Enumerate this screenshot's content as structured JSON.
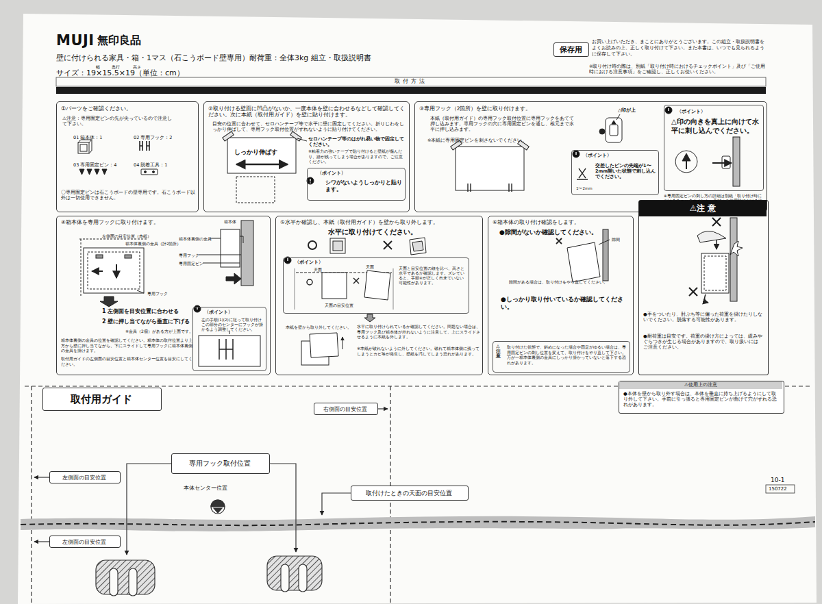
{
  "diagram": {
    "nodes": [
      {
        "text": [
          "保存用"
        ]
      },
      {
        "text": [
          "①パーツをご確認ください。",
          "⚠注意：専用固定ピンの先が尖っているので注意して下さい。",
          "01 箱本体：1",
          "02 専用フック：2",
          "03 専用固定ピン：4",
          "04 脱着工具：1",
          "〇専用固定ピンは石こうボードの壁専用です。石こうボード以外は一切使用できません。"
        ]
      },
      {
        "text": [
          "②取り付ける壁面に凹凸がないか、一度本体を壁に合わせるなどして確認してください。次に本紙（取付用ガイド）を壁に貼り付けます。",
          "目安の位置に合わせて、セロハンテープ等で水平に壁に固定してください。折りじわをしっかり伸ばして、専用フック取付位置がずれないように貼り付けてください。",
          "しっかり伸ばす",
          "セロハンテープ等のはがれ易い物で固定してください。",
          "※粘着力の強いテープで貼り付けると壁紙が傷んだり、跡が残ってしまう場合がありますので、ご注意ください。"
        ]
      },
      {
        "text": [
          "〈ポイント〉",
          "シワがないようしっかりと貼ります。"
        ],
        "in": 2
      },
      {
        "text": [
          "③専用フック（2箇所）を壁に取り付けます。",
          "本紙（取付用ガイド）の専用フック取付位置に専用フックをあてて押し込みます。専用フックの穴に専用固定ピンを通し、根元まで水平に押し込みます。",
          "※本紙に専用固定ピンを刺さないでください。",
          "△印が上",
          "※専用固定ピンの刺し方の詳細は別紙「取り付け時におけるチェックポイント」及び「ご使用時における注意事項」をご覧ください。"
        ]
      },
      {
        "text": [
          "〈ポイント〉",
          "交差したピンの先端が1〜2mm開いた状態で刺し込んでください。",
          "1〜2mm"
        ],
        "in": 4
      },
      {
        "text": [
          "〈ポイント〉",
          "△印の向きを真上に向けて水平に刺し込んでください。"
        ],
        "in": 4
      },
      {
        "text": [
          "④箱本体を専用フックに取り付けます。",
          "左側面の目安位置（本紙）",
          "箱本体裏側の金具（計2箇所）",
          "専用フック",
          "箱本体",
          "箱本体裏側の金具",
          "専用フック",
          "専用固定ピン",
          "1 左側面を目安位置に合わせる",
          "2 壁に押し当てながら垂直に下げる",
          "※金具（2個）がある方が上面です。",
          "箱本体裏側の金具の位置を確認してください。箱本体の取付位置より上方から壁に押し当てながら、下にスライドして専用フックに箱本体裏側の金具を掛けます。",
          "取付用ガイドの左側面の目安位置と箱本体センター位置を目安にしてください。"
        ]
      },
      {
        "text": [
          "〈ポイント〉",
          "左の手順(1)(2)に従って取り付けこの部分のセンターにフックが掛かるよう調整してください。"
        ],
        "in": 7
      },
      {
        "text": [
          "⑤水平か確認し、本紙（取付用ガイド）を壁から取り外します。",
          "水平に取り付けてください。",
          "本紙を壁から取り外してください。",
          "水平に取り付けられているか確認してください。問題ない場合は、専用フック及び箱本体が外れないように注意して、上にスライドさせるように本紙を外します。",
          "※本紙が破れないように外してください。破れて箱本体側に残ってしまうとカビ等が発生し、壁紙を汚してしまう恐れがあります。"
        ]
      },
      {
        "text": [
          "〈ポイント〉",
          "天面",
          "天面",
          "天面の目安位置",
          "天面と目安位置の線を比べ、高さと水平であるか確認します。ズレていると、手順④が正しく出来ていない可能性があります。"
        ],
        "in": 9
      },
      {
        "text": [
          "⑥箱本体の取り付け確認をします。",
          "●隙間がないか確認してください。",
          "隙間",
          "隙間がある場合は、取り付けをやり直してください。",
          "●しっかり取り付いているか確認してください。"
        ]
      },
      {
        "text": [
          "⚠注意",
          "取り付けた状態で、斜めになった場合や固定がゆるい場合は、専用固定ピンの刺し位置を変えて、取り付けをやり直して下さい。万が一箱本体裏側の金具にしっかり掛かっていないと落下する恐れがあります。"
        ],
        "in": 11
      },
      {
        "text": [
          "⚠注 意",
          "●手をついたり、肘ぶち等に偏った荷重を掛けたりしないでください。脱落する可能性があります。",
          "●耐荷重は目安です。荷重の掛け方によっては、緩みやぐらつきが生じる場合がありますので、取り扱いにはご注意ください。"
        ]
      },
      {
        "text": [
          "取付用ガイド"
        ]
      },
      {
        "text": [
          "右側面の目安位置"
        ]
      },
      {
        "text": [
          "⚠使用上の注意",
          "●本体を壁から取り外す場合は、本体を垂直に持ち上げるようにして取り外して下さい。手前に引っ張ると専用固定ピンが曲げて穴がずれる恐れがあります。"
        ]
      },
      {
        "text": [
          "専用フック取付位置"
        ]
      },
      {
        "text": [
          "左側面の目安位置"
        ]
      },
      {
        "text": [
          "取付けたときの天面の目安位置"
        ]
      },
      {
        "text": [
          "左側面の目安位置"
        ]
      }
    ],
    "labels": [
      "MUJI",
      "無印良品",
      "壁に付けられる家具・箱・1マス（石こうボード壁専用）耐荷重：全体3kg 組立・取扱説明書",
      "幅",
      "奥行",
      "高さ",
      "サイズ：19×15.5×19（単位：cm）",
      "お買い上げいただき、まことにありがとうございます。この組立・取扱説明書をよくお読みの上、正しく取り付けて下さい。また本書は、いつでも見られるように保存して下さい。",
      "※取り付け時の際は、別紙「取り付け時におけるチェックポイント」及び「ご使用時における注意事項」をご確認し、正しくお使いください。",
      "取付方法",
      "本体センター位置",
      "10-1",
      "150722"
    ]
  }
}
